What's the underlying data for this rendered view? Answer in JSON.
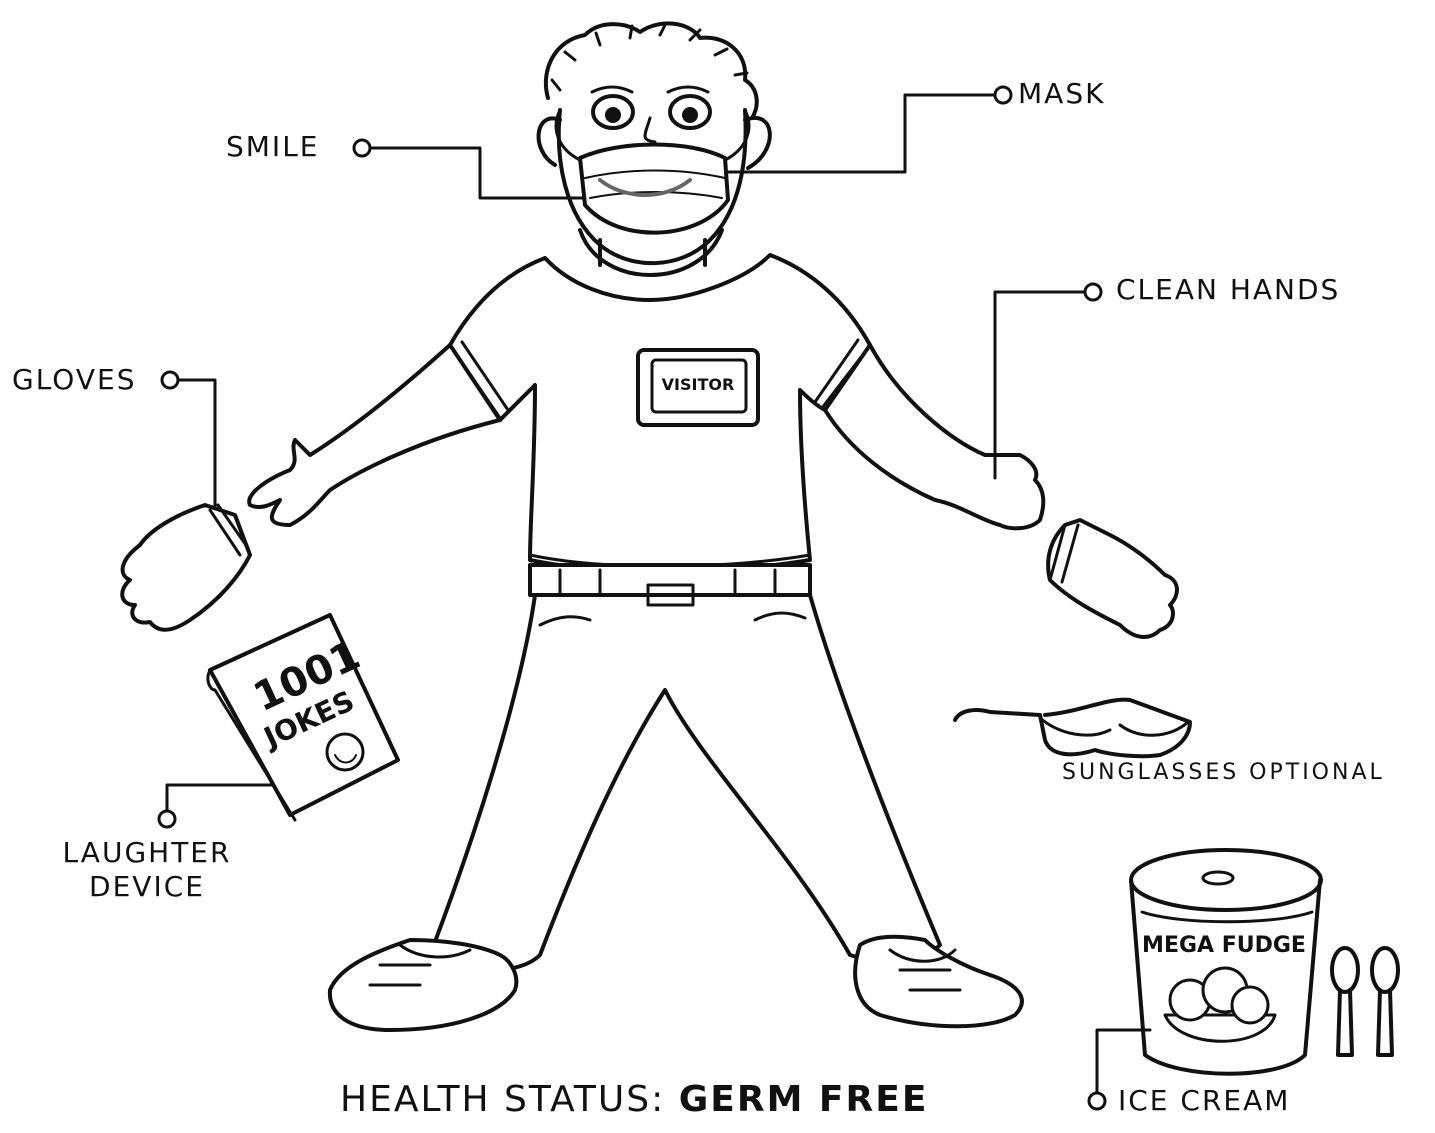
{
  "labels": {
    "mask": "MASK",
    "smile": "SMILE",
    "clean_hands": "CLEAN HANDS",
    "gloves": "GLOVES",
    "laughter_device": "LAUGHTER DEVICE",
    "sunglasses": "SUNGLASSES OPTIONAL",
    "ice_cream": "ICE CREAM"
  },
  "badge": "VISITOR",
  "book": {
    "line1": "1001",
    "line2": "JOKES"
  },
  "tub": "MEGA FUDGE",
  "health": {
    "prefix": "HEALTH STATUS:",
    "value": "GERM FREE"
  },
  "colors": {
    "ink": "#111111",
    "paper": "#ffffff",
    "smile": "#666666"
  }
}
